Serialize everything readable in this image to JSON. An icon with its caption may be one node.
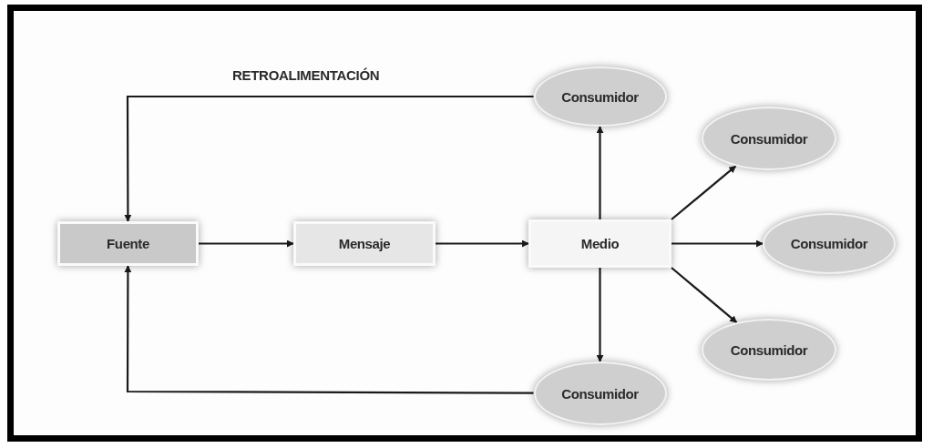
{
  "diagram": {
    "nodes": [
      {
        "text": [
          "Fuente"
        ]
      },
      {
        "text": [
          "Mensaje"
        ]
      },
      {
        "text": [
          "Medio"
        ]
      },
      {
        "text": [
          "Consumidor"
        ]
      },
      {
        "text": [
          "Consumidor"
        ]
      },
      {
        "text": [
          "Consumidor"
        ]
      },
      {
        "text": [
          "Consumidor"
        ]
      },
      {
        "text": [
          "Consumidor"
        ]
      }
    ],
    "edges": [
      {
        "from": 0,
        "to": 1,
        "arrow": "to"
      },
      {
        "from": 1,
        "to": 2,
        "arrow": "to"
      },
      {
        "from": 2,
        "to": 3,
        "arrow": "to"
      },
      {
        "from": 2,
        "to": 4,
        "arrow": "to"
      },
      {
        "from": 2,
        "to": 5,
        "arrow": "to"
      },
      {
        "from": 2,
        "to": 6,
        "arrow": "to"
      },
      {
        "from": 2,
        "to": 7,
        "arrow": "to"
      },
      {
        "from": 3,
        "to": 0,
        "arrow": "to"
      },
      {
        "from": 7,
        "to": 0,
        "arrow": "to"
      }
    ],
    "labels": [
      "RETROALIMENTACIÓN"
    ]
  }
}
